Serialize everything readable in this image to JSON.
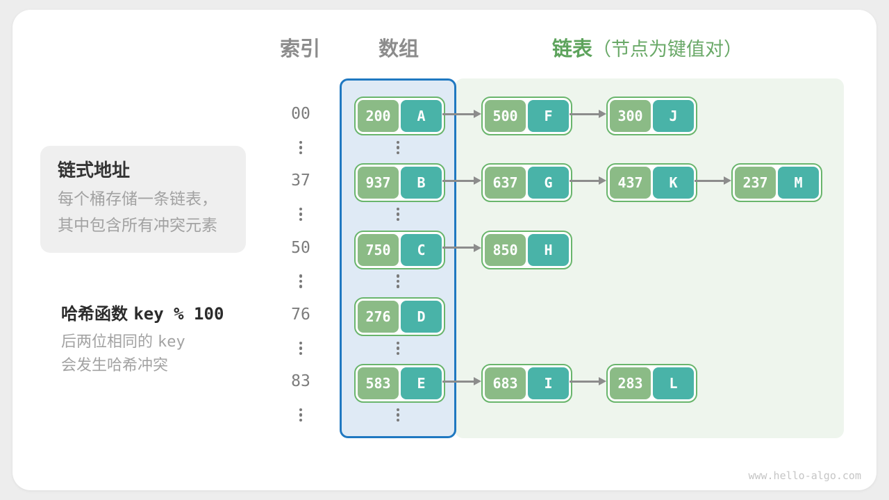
{
  "headers": {
    "index": "索引",
    "array": "数组",
    "list": "链表",
    "list_note": "（节点为键值对）"
  },
  "info_box": {
    "title": "链式地址",
    "line1": "每个桶存储一条链表，",
    "line2": "其中包含所有冲突元素"
  },
  "hash_note": {
    "title_cn": "哈希函数",
    "title_code": "key % 100",
    "line1_cn": "后两位相同的",
    "line1_code": "key",
    "line2": "会发生哈希冲突"
  },
  "watermark": "www.hello-algo.com",
  "colors": {
    "accent_blue": "#1f78c1",
    "array_fill": "#dfeaf5",
    "chain_fill": "#eef5ed",
    "node_border": "#69b56c",
    "key_fill": "#8bbb86",
    "value_fill": "#49b3a8",
    "header_green": "#5da35c",
    "header_green_light": "#6aa968",
    "arrow_gray": "#8c8c8c"
  },
  "rows": [
    {
      "index": "00",
      "bucket": {
        "key": "200",
        "value": "A"
      },
      "chain": [
        {
          "key": "500",
          "value": "F"
        },
        {
          "key": "300",
          "value": "J"
        }
      ]
    },
    {
      "index": "37",
      "bucket": {
        "key": "937",
        "value": "B"
      },
      "chain": [
        {
          "key": "637",
          "value": "G"
        },
        {
          "key": "437",
          "value": "K"
        },
        {
          "key": "237",
          "value": "M"
        }
      ]
    },
    {
      "index": "50",
      "bucket": {
        "key": "750",
        "value": "C"
      },
      "chain": [
        {
          "key": "850",
          "value": "H"
        }
      ]
    },
    {
      "index": "76",
      "bucket": {
        "key": "276",
        "value": "D"
      },
      "chain": []
    },
    {
      "index": "83",
      "bucket": {
        "key": "583",
        "value": "E"
      },
      "chain": [
        {
          "key": "683",
          "value": "I"
        },
        {
          "key": "283",
          "value": "L"
        }
      ]
    }
  ]
}
